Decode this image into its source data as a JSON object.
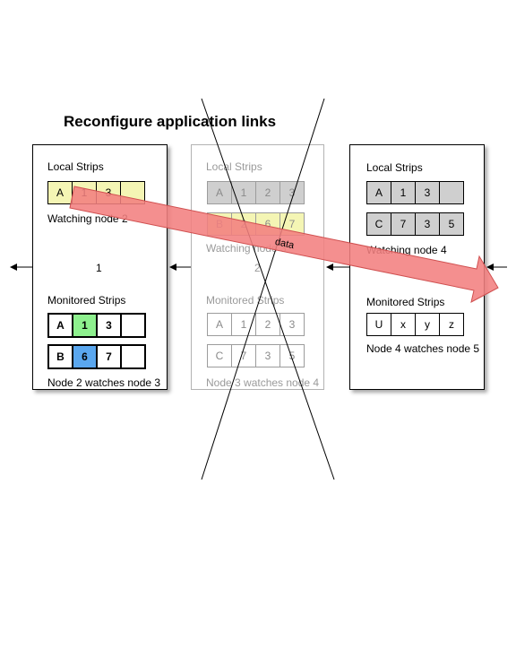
{
  "title": "Reconfigure application links",
  "arrow_label": "data",
  "colors": {
    "gray": "#cfcfcf",
    "yellow": "#f4f5b4",
    "green": "#8ef08e",
    "blue": "#5aa7ef",
    "arrow_fill": "#f28080",
    "arrow_stroke": "#d05050"
  },
  "nodes": [
    {
      "local_label": "Local Strips",
      "local_strips": [
        [
          "A",
          "1",
          "3",
          ""
        ]
      ],
      "watching": "Watching node 2",
      "id_label": "1",
      "monitored_label": "Monitored Strips",
      "monitored_strips": [
        [
          "A",
          "1",
          "3",
          ""
        ],
        [
          "B",
          "6",
          "7",
          ""
        ]
      ],
      "watches": "Node 2 watches node 3"
    },
    {
      "local_label": "Local Strips",
      "local_strips": [
        [
          "A",
          "1",
          "2",
          "3"
        ],
        [
          "B",
          "2",
          "6",
          "7"
        ]
      ],
      "watching": "Watching node 3",
      "id_label": "2",
      "monitored_label": "Monitored Strips",
      "monitored_strips": [
        [
          "A",
          "1",
          "2",
          "3"
        ],
        [
          "C",
          "7",
          "3",
          "5"
        ]
      ],
      "watches": "Node 3 watches node 4"
    },
    {
      "local_label": "Local Strips",
      "local_strips": [
        [
          "A",
          "1",
          "3",
          ""
        ],
        [
          "C",
          "7",
          "3",
          "5"
        ]
      ],
      "watching": "Watching node 4",
      "monitored_label": "Monitored Strips",
      "monitored_strips": [
        [
          "U",
          "x",
          "y",
          "z"
        ]
      ],
      "watches": "Node 4 watches node 5"
    }
  ]
}
